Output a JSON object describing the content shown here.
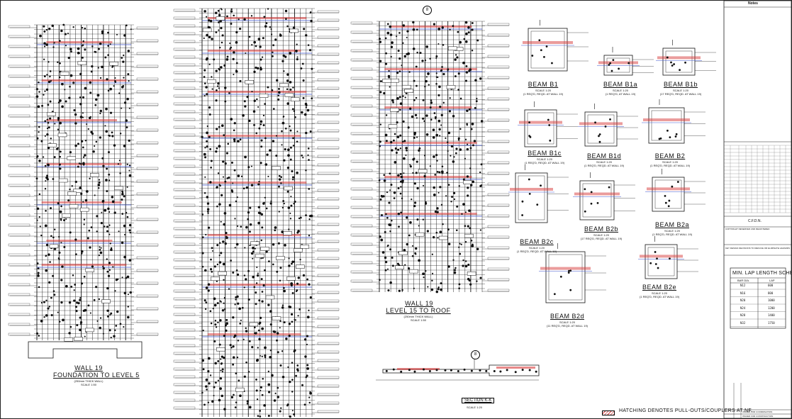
{
  "sheet": {
    "notes_heading": "Notes"
  },
  "wall_19_a": {
    "title": "WALL 19",
    "subtitle": "FOUNDATION TO LEVEL 5",
    "note": "(250mm THICK WALL)",
    "scale": "SCALE 1:50"
  },
  "wall_19_b": {
    "title": "WALL 19",
    "subtitle": "LEVEL 15 TO ROOF",
    "note": "(250mm THICK WALL)",
    "scale": "SCALE 1:50"
  },
  "beams": [
    {
      "title": "BEAM B1",
      "scale": "SCALE 1:20",
      "note": "(1 REQ'D, REQD. AT WALL 19)"
    },
    {
      "title": "BEAM B1a",
      "scale": "SCALE 1:20",
      "note": "(1 REQ'D, AT WALL 19)"
    },
    {
      "title": "BEAM B1b",
      "scale": "SCALE 1:20",
      "note": "(17 REQ'D, REQD. AT WALL 19)"
    },
    {
      "title": "BEAM B1c",
      "scale": "SCALE 1:20",
      "note": "(1 REQ'D, REQD. AT WALL 19)"
    },
    {
      "title": "BEAM B1d",
      "scale": "SCALE 1:20",
      "note": "(1 REQ'D, REQD. AT WALL 19)"
    },
    {
      "title": "BEAM B2",
      "scale": "SCALE 1:20",
      "note": "(1 REQ'D, REQD. AT WALL 19)"
    },
    {
      "title": "BEAM B2a",
      "scale": "SCALE 1:20",
      "note": "(1 REQ'D, REQD. AT WALL 19)"
    },
    {
      "title": "BEAM B2b",
      "scale": "SCALE 1:20",
      "note": "(17 REQ'D, REQD. AT WALL 19)"
    },
    {
      "title": "BEAM B2c",
      "scale": "SCALE 1:20",
      "note": "(1 REQ'D, REQD. AT WALL 19)"
    },
    {
      "title": "BEAM B2d",
      "scale": "SCALE 1:20",
      "note": "(11 REQ'D, REQD. AT WALL 19)"
    },
    {
      "title": "BEAM B2e",
      "scale": "SCALE 1:20",
      "note": "(1 REQ'D, REQD. AT WALL 19)"
    }
  ],
  "section": {
    "title": "SECTION K-K",
    "scale": "SCALE 1:20",
    "marker": "8"
  },
  "grid_marker": "8",
  "hatching_note": "HATCHING DENOTES PULL-OUTS/COUPLERS AT NF.",
  "lap_schedule": {
    "title": "MIN. LAP LENGTH SCHEDULE",
    "headers": [
      "BAR DIA.",
      "LAP"
    ],
    "rows": [
      [
        "N12",
        "600"
      ],
      [
        "N16",
        "800"
      ],
      [
        "N20",
        "1000"
      ],
      [
        "N24",
        "1200"
      ],
      [
        "N28",
        "1400"
      ],
      [
        "N32",
        "1750"
      ]
    ]
  },
  "title_block": {
    "cfdn": "C.F.D.N.",
    "copyright": "COPYRIGHT RESERVED AND REGISTERED",
    "key_note": "KEY DESIGN DECISIONS TO REDUCE OR ELIMINATE HAZARDS",
    "issue_1": "ISSUED FOR COORDINATION",
    "issue_2": "ISSUED FOR CONSTRUCTION"
  },
  "colors": {
    "line": "#111111",
    "hatch": "#d83a3a",
    "blue_band": "#4a5fd0"
  }
}
